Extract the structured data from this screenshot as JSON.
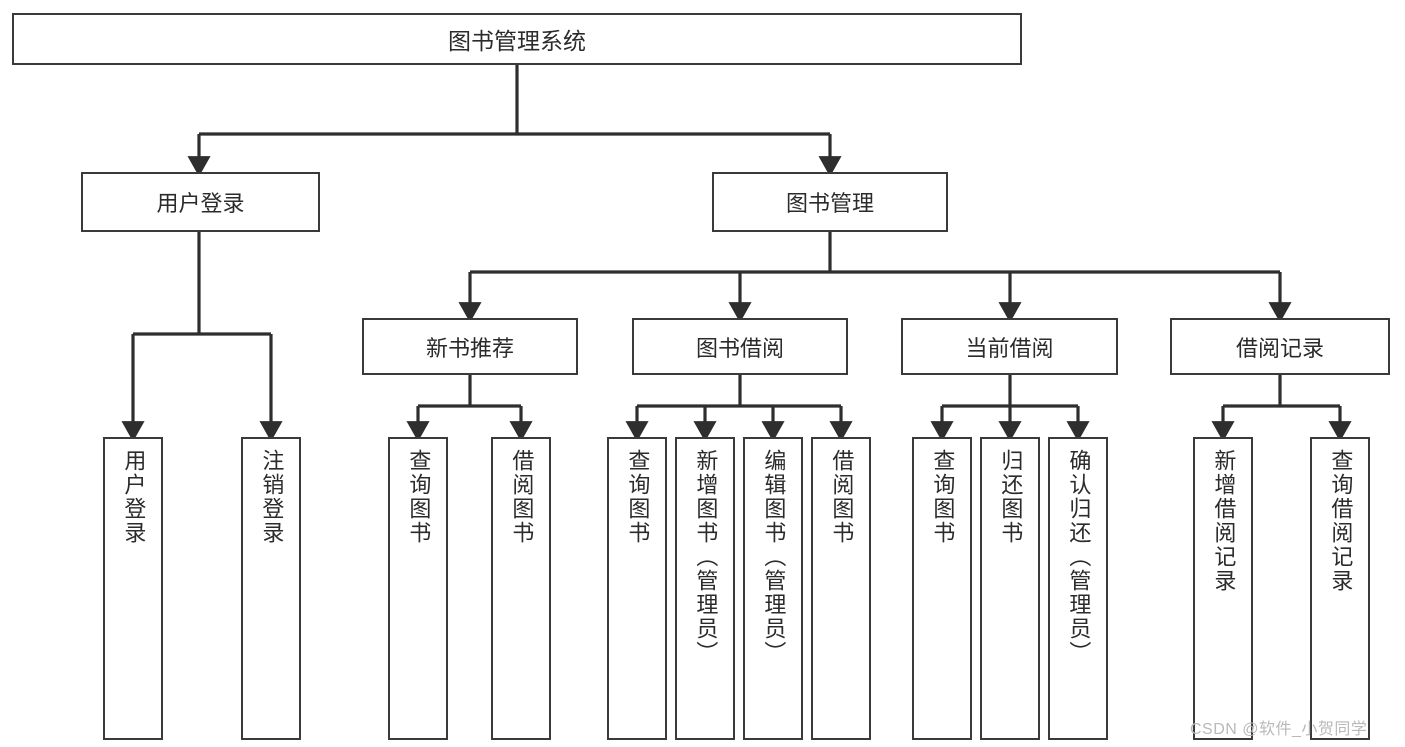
{
  "diagram": {
    "type": "tree-hierarchy",
    "title_box": {
      "label": "图书管理系统"
    },
    "level1": [
      {
        "id": "user-login",
        "label": "用户登录"
      },
      {
        "id": "book-management",
        "label": "图书管理"
      }
    ],
    "level2": [
      {
        "id": "new-book-recommend",
        "label": "新书推荐",
        "parent": "book-management"
      },
      {
        "id": "book-borrow",
        "label": "图书借阅",
        "parent": "book-management"
      },
      {
        "id": "current-borrow",
        "label": "当前借阅",
        "parent": "book-management"
      },
      {
        "id": "borrow-record",
        "label": "借阅记录",
        "parent": "book-management"
      }
    ],
    "leaves": [
      {
        "id": "leaf-user-login",
        "label": "用户登录",
        "parent": "user-login"
      },
      {
        "id": "leaf-logout-login",
        "label": "注销登录",
        "parent": "user-login"
      },
      {
        "id": "leaf-query-book-1",
        "label": "查询图书",
        "parent": "new-book-recommend"
      },
      {
        "id": "leaf-borrow-book-1",
        "label": "借阅图书",
        "parent": "new-book-recommend"
      },
      {
        "id": "leaf-query-book-2",
        "label": "查询图书",
        "parent": "book-borrow"
      },
      {
        "id": "leaf-add-book",
        "label": "新增图书（管理员）",
        "parent": "book-borrow"
      },
      {
        "id": "leaf-edit-book",
        "label": "编辑图书（管理员）",
        "parent": "book-borrow"
      },
      {
        "id": "leaf-borrow-book-2",
        "label": "借阅图书",
        "parent": "book-borrow"
      },
      {
        "id": "leaf-query-book-3",
        "label": "查询图书",
        "parent": "current-borrow"
      },
      {
        "id": "leaf-return-book",
        "label": "归还图书",
        "parent": "current-borrow"
      },
      {
        "id": "leaf-confirm-return",
        "label": "确认归还（管理员）",
        "parent": "current-borrow"
      },
      {
        "id": "leaf-add-record",
        "label": "新增借阅记录",
        "parent": "borrow-record"
      },
      {
        "id": "leaf-query-record",
        "label": "查询借阅记录",
        "parent": "borrow-record"
      }
    ],
    "watermark": "CSDN @软件_小贺同学",
    "colors": {
      "stroke": "#3a3a3a",
      "background": "#ffffff",
      "text": "#2b2b2b",
      "watermark": "#b9b9b9"
    }
  }
}
